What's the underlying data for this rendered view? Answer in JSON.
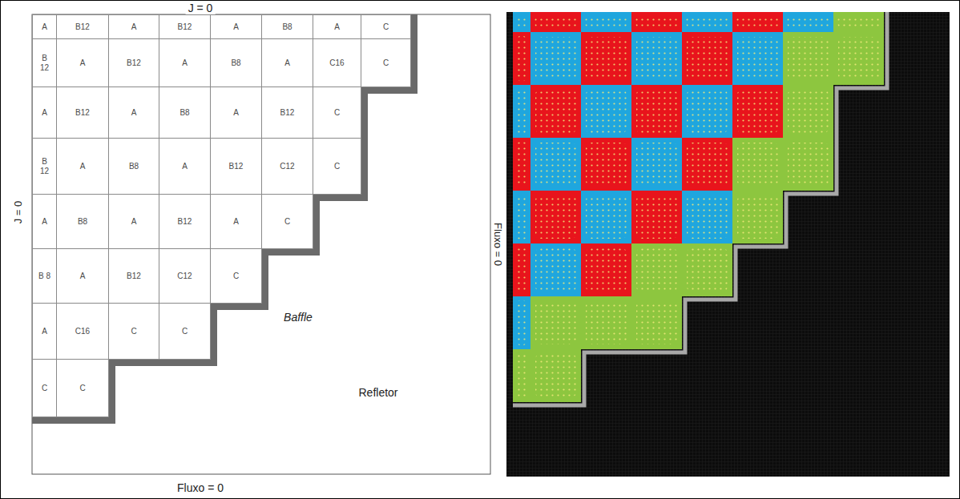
{
  "diagram": {
    "nodes": [
      {
        "text": [
          "A"
        ]
      },
      {
        "text": [
          "B12"
        ]
      },
      {
        "text": [
          "A"
        ]
      },
      {
        "text": [
          "B12"
        ]
      },
      {
        "text": [
          "A"
        ]
      },
      {
        "text": [
          "B8"
        ]
      },
      {
        "text": [
          "A"
        ]
      },
      {
        "text": [
          "C"
        ]
      },
      {
        "text": [
          "B 12"
        ]
      },
      {
        "text": [
          "A"
        ]
      },
      {
        "text": [
          "B12"
        ]
      },
      {
        "text": [
          "A"
        ]
      },
      {
        "text": [
          "B8"
        ]
      },
      {
        "text": [
          "A"
        ]
      },
      {
        "text": [
          "C16"
        ]
      },
      {
        "text": [
          "C"
        ]
      },
      {
        "text": [
          "A"
        ]
      },
      {
        "text": [
          "B12"
        ]
      },
      {
        "text": [
          "A"
        ]
      },
      {
        "text": [
          "B8"
        ]
      },
      {
        "text": [
          "A"
        ]
      },
      {
        "text": [
          "B12"
        ]
      },
      {
        "text": [
          "C"
        ]
      },
      {
        "text": [
          "B 12"
        ]
      },
      {
        "text": [
          "A"
        ]
      },
      {
        "text": [
          "B8"
        ]
      },
      {
        "text": [
          "A"
        ]
      },
      {
        "text": [
          "B12"
        ]
      },
      {
        "text": [
          "C12"
        ]
      },
      {
        "text": [
          "C"
        ]
      },
      {
        "text": [
          "A"
        ]
      },
      {
        "text": [
          "B8"
        ]
      },
      {
        "text": [
          "A"
        ]
      },
      {
        "text": [
          "B12"
        ]
      },
      {
        "text": [
          "A"
        ]
      },
      {
        "text": [
          "C"
        ]
      },
      {
        "text": [
          "B 8"
        ]
      },
      {
        "text": [
          "A"
        ]
      },
      {
        "text": [
          "B12"
        ]
      },
      {
        "text": [
          "C12"
        ]
      },
      {
        "text": [
          "C"
        ]
      },
      {
        "text": [
          "A"
        ]
      },
      {
        "text": [
          "C16"
        ]
      },
      {
        "text": [
          "C"
        ]
      },
      {
        "text": [
          "C"
        ]
      },
      {
        "text": [
          "C"
        ]
      },
      {
        "text": [
          "C"
        ]
      }
    ],
    "labels": [
      "J = 0",
      "J = 0",
      "Fluxo = 0",
      "Baffle",
      "Refletor",
      "Fluxo = 0"
    ]
  }
}
